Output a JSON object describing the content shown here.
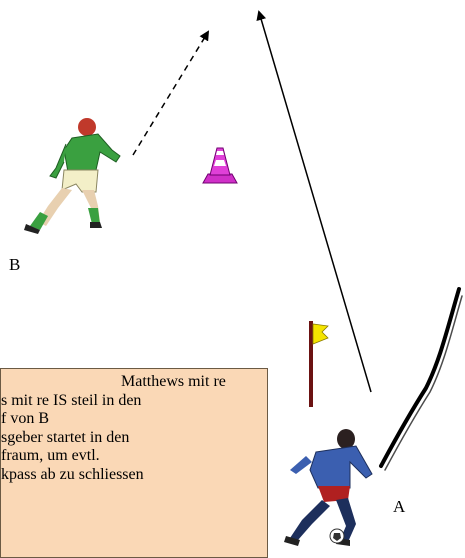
{
  "labels": {
    "player_b": "B",
    "player_a": "A"
  },
  "note": {
    "lines": [
      "Matthews mit re",
      "s mit re IS steil in den",
      "f von B",
      "sgeber startet in den",
      "fraum, um evtl.",
      "kpass ab zu schliessen"
    ]
  },
  "colors": {
    "note_background": "#fad8b6",
    "cone": "#e040d8",
    "flag": "#f4e400",
    "player_a_shirt": "#3b5fb0",
    "player_b_shirt": "#3aa040"
  },
  "icons": [
    "soccer-player-b-icon",
    "training-cone-icon",
    "corner-flag-icon",
    "soccer-player-a-icon",
    "soccer-ball-icon"
  ]
}
